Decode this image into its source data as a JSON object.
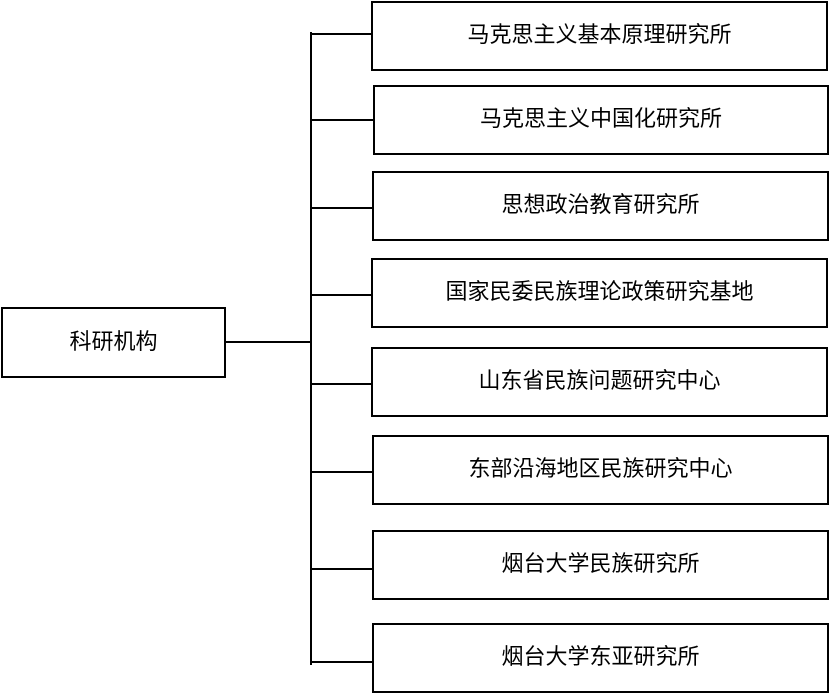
{
  "root": {
    "label": "科研机构"
  },
  "children": [
    {
      "label": "马克思主义基本原理研究所"
    },
    {
      "label": "马克思主义中国化研究所"
    },
    {
      "label": "思想政治教育研究所"
    },
    {
      "label": "国家民委民族理论政策研究基地"
    },
    {
      "label": "山东省民族问题研究中心"
    },
    {
      "label": "东部沿海地区民族研究中心"
    },
    {
      "label": "烟台大学民族研究所"
    },
    {
      "label": "烟台大学东亚研究所"
    }
  ],
  "colors": {
    "line": "#000000",
    "border": "#000000",
    "background": "#ffffff",
    "text": "#000000"
  }
}
